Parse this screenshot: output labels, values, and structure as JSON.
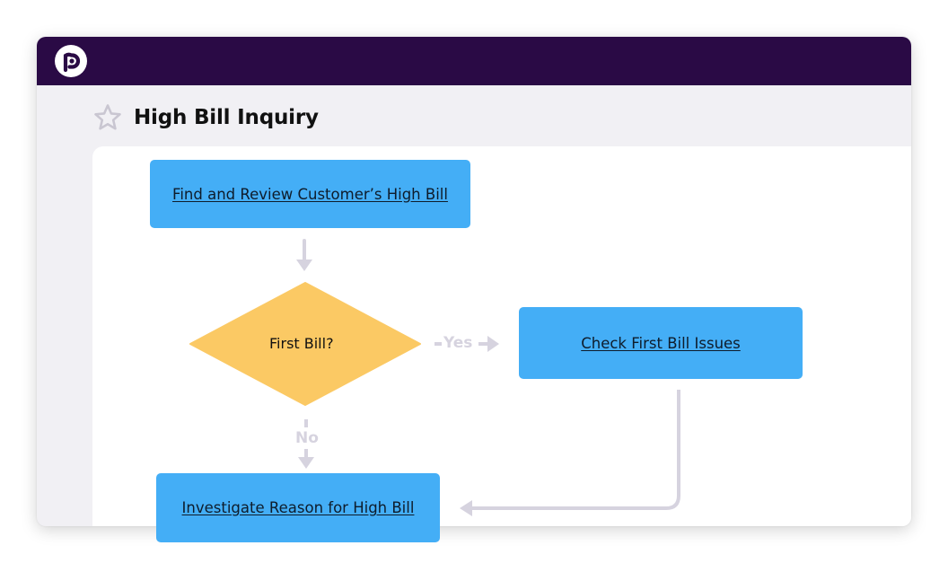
{
  "app": {
    "logo_icon": "p-logo-icon",
    "brand_color": "#2a0a45"
  },
  "page": {
    "title": "High Bill Inquiry",
    "favorite_icon": "star-outline-icon"
  },
  "flowchart": {
    "nodes": {
      "find_review": "Find and Review Customer’s High Bill",
      "first_bill_decision": "First Bill?",
      "check_first_bill": "Check First Bill Issues",
      "investigate": "Investigate Reason for High Bill"
    },
    "edges": {
      "yes_label": "Yes",
      "no_label": "No"
    },
    "colors": {
      "process_box": "#44aef6",
      "decision": "#fbc964",
      "connector": "#d6d3df"
    }
  }
}
